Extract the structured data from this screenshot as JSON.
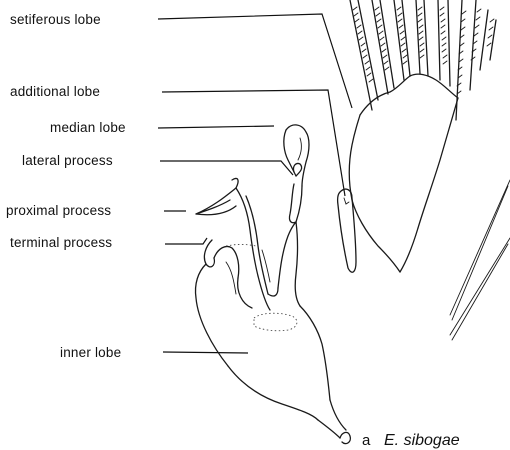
{
  "figure": {
    "labels": {
      "setiferous_lobe": "setiferous lobe",
      "additional_lobe": "additional lobe",
      "median_lobe": "median lobe",
      "lateral_process": "lateral process",
      "proximal_process": "proximal process",
      "terminal_process": "terminal process",
      "inner_lobe": "inner lobe"
    },
    "caption": {
      "letter": "a",
      "species": "E. sibogae"
    }
  }
}
